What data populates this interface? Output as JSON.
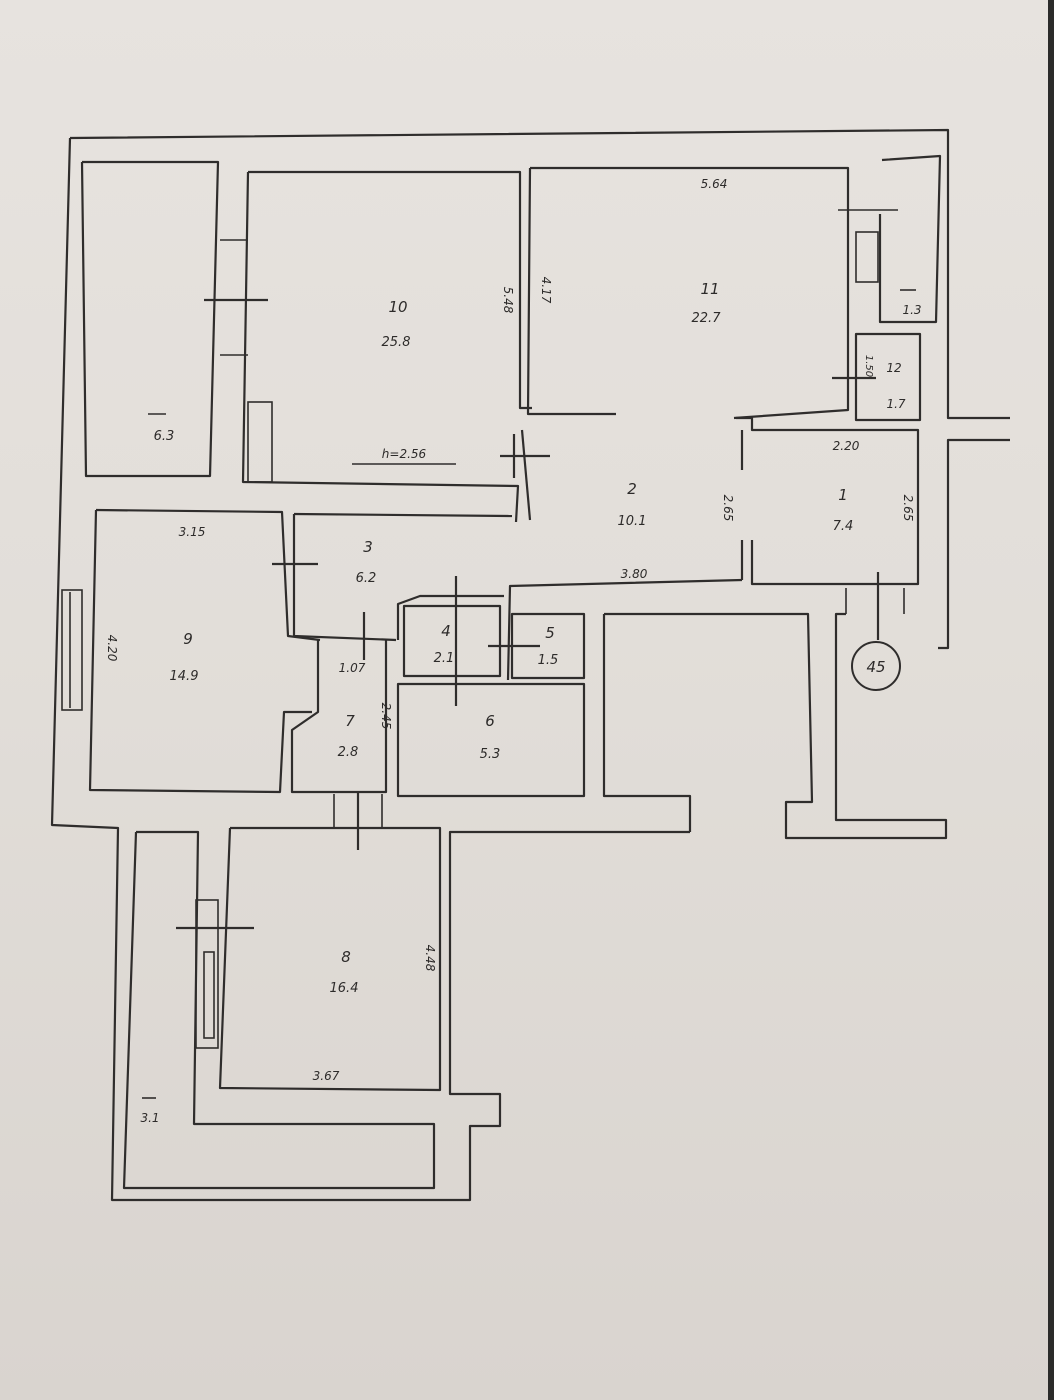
{
  "rooms": [
    {
      "id": "room-1",
      "number": "1",
      "area": "7.4"
    },
    {
      "id": "room-2",
      "number": "2",
      "area": "10.1"
    },
    {
      "id": "room-3",
      "number": "3",
      "area": "6.2"
    },
    {
      "id": "room-4",
      "number": "4",
      "area": "2.1"
    },
    {
      "id": "room-5",
      "number": "5",
      "area": "1.5"
    },
    {
      "id": "room-6",
      "number": "6",
      "area": "5.3"
    },
    {
      "id": "room-7",
      "number": "7",
      "area": "2.8"
    },
    {
      "id": "room-8",
      "number": "8",
      "area": "16.4"
    },
    {
      "id": "room-9",
      "number": "9",
      "area": "14.9"
    },
    {
      "id": "room-10",
      "number": "10",
      "area": "25.8"
    },
    {
      "id": "room-11",
      "number": "11",
      "area": "22.7"
    },
    {
      "id": "room-12",
      "number": "12",
      "area": "1.7"
    }
  ],
  "balconies": [
    {
      "id": "balcony-left",
      "area": "6.3"
    },
    {
      "id": "balcony-right",
      "area": "1.3"
    },
    {
      "id": "balcony-bottom",
      "area": "3.1"
    }
  ],
  "dimensions": {
    "d_564": "5.64",
    "d_548": "5.48",
    "d_417": "4.17",
    "d_315": "3.15",
    "d_420": "4.20",
    "d_220": "2.20",
    "d_265_left": "2.65",
    "d_265_right": "2.65",
    "d_380": "3.80",
    "d_107": "1.07",
    "d_245": "2.45",
    "d_428": "4.48",
    "d_367": "3.67",
    "d_150": "1.50"
  },
  "ceiling_height": "h=2.56",
  "stair_number": "45"
}
